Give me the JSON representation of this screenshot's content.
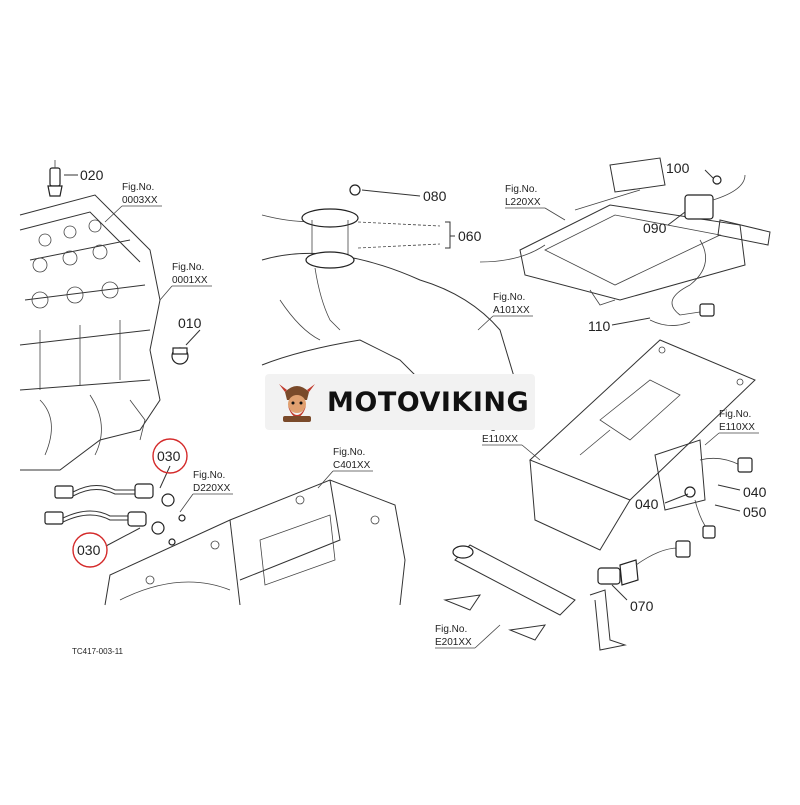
{
  "callouts": {
    "c020": "020",
    "c010": "010",
    "c030a": "030",
    "c030b": "030",
    "c080": "080",
    "c060": "060",
    "c100": "100",
    "c090": "090",
    "c110": "110",
    "c040a": "040",
    "c040b": "040",
    "c050": "050",
    "c070": "070"
  },
  "figs": {
    "f1": {
      "label": "Fig.No.",
      "code": "0003XX"
    },
    "f2": {
      "label": "Fig.No.",
      "code": "0001XX"
    },
    "f3": {
      "label": "Fig.No.",
      "code": "L220XX"
    },
    "f4": {
      "label": "Fig.No.",
      "code": "A101XX"
    },
    "f5": {
      "label": "Fig.No.",
      "code": "C401XX"
    },
    "f6": {
      "label": "Fig.No.",
      "code": "D220XX"
    },
    "f7": {
      "label": "Fig.No.",
      "code": "E110XX"
    },
    "f8": {
      "label": "Fig.No.",
      "code": "E110XX"
    },
    "f9": {
      "label": "Fig.No.",
      "code": "E201XX"
    }
  },
  "drawing_id": "TC417-003-11",
  "logo": {
    "text": "MOTOVIKING"
  },
  "colors": {
    "highlight": "#d42a2a",
    "line": "#333333",
    "logo_red": "#c0392b",
    "logo_brown": "#7a4a2a"
  }
}
